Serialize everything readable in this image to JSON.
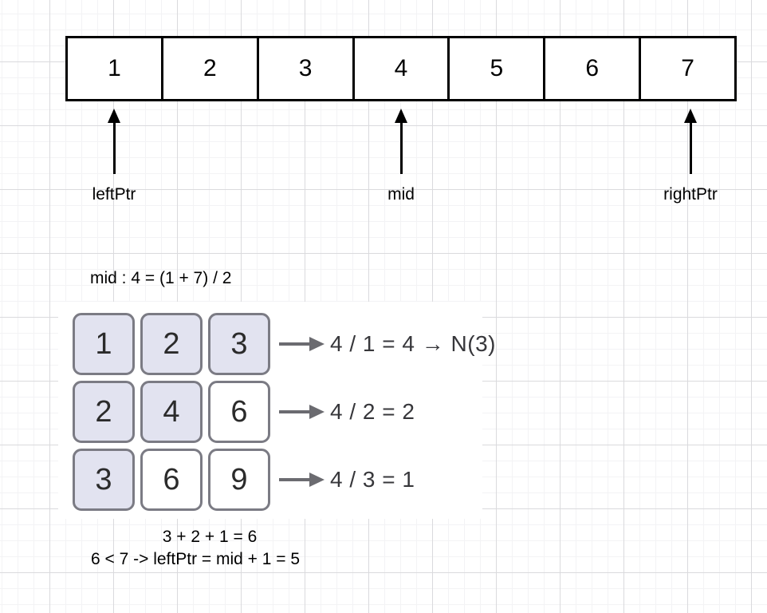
{
  "array": {
    "cells": [
      "1",
      "2",
      "3",
      "4",
      "5",
      "6",
      "7"
    ]
  },
  "pointers": [
    {
      "label": "leftPtr",
      "target_value": "1"
    },
    {
      "label": "mid",
      "target_value": "4"
    },
    {
      "label": "rightPtr",
      "target_value": "7"
    }
  ],
  "mid_formula": "mid : 4 = (1 + 7) / 2",
  "table": {
    "rows": [
      {
        "cells": [
          {
            "value": "1",
            "shaded": true
          },
          {
            "value": "2",
            "shaded": true
          },
          {
            "value": "3",
            "shaded": true
          }
        ],
        "equation": "4 / 1 = 4 → N(3)"
      },
      {
        "cells": [
          {
            "value": "2",
            "shaded": true
          },
          {
            "value": "4",
            "shaded": true
          },
          {
            "value": "6",
            "shaded": false
          }
        ],
        "equation": "4 / 2 = 2"
      },
      {
        "cells": [
          {
            "value": "3",
            "shaded": true
          },
          {
            "value": "6",
            "shaded": false
          },
          {
            "value": "9",
            "shaded": false
          }
        ],
        "equation": "4 / 3 = 1"
      }
    ]
  },
  "sum_line": "3 + 2 + 1 = 6",
  "conclusion_line": "6 < 7 -> leftPtr = mid + 1 = 5",
  "colors": {
    "shaded_cell": "#e2e3f0",
    "cell_border": "#7b7b84",
    "connector_arrow": "#6b6b70",
    "pointer_arrow": "#000000",
    "grid_minor": "#f3f3f5",
    "grid_major": "#dadadd",
    "panel_background": "#ffffff"
  }
}
